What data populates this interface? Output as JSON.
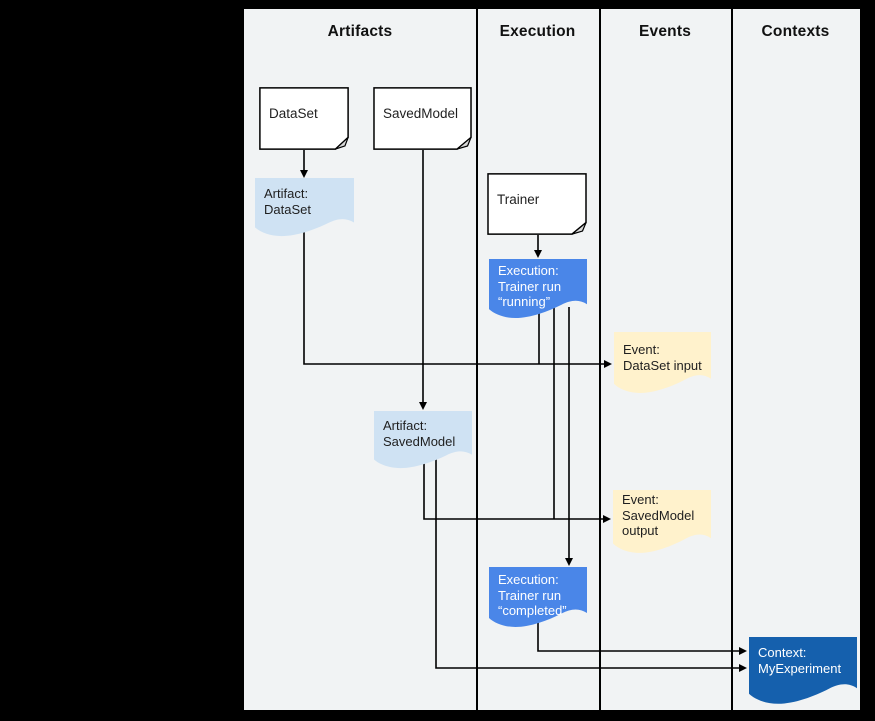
{
  "columns": [
    {
      "label": "Artifacts"
    },
    {
      "label": "Execution"
    },
    {
      "label": "Events"
    },
    {
      "label": "Contexts"
    }
  ],
  "nodes": {
    "dataset": {
      "label": "DataSet"
    },
    "savedmodel": {
      "label": "SavedModel"
    },
    "trainer": {
      "label": "Trainer"
    },
    "artifact_dataset": {
      "line1": "Artifact:",
      "line2": "DataSet"
    },
    "execution_running": {
      "line1": "Execution:",
      "line2": "Trainer run",
      "line3": "“running”"
    },
    "event_dataset": {
      "line1": "Event:",
      "line2": "DataSet input"
    },
    "artifact_savedmodel": {
      "line1": "Artifact:",
      "line2": "SavedModel"
    },
    "event_savedmodel": {
      "line1": "Event:",
      "line2": "SavedModel",
      "line3": "output"
    },
    "execution_completed": {
      "line1": "Execution:",
      "line2": "Trainer run",
      "line3": "“completed”"
    },
    "context": {
      "line1": "Context:",
      "line2": "MyExperiment"
    }
  },
  "colors": {
    "page_bg": "#000000",
    "canvas_bg": "#f1f3f4",
    "card_fill": "#ffffff",
    "card_fold": "#d9d9d9",
    "artifact_fill": "#cfe2f3",
    "execution_fill": "#4a86e8",
    "event_fill": "#fff2cc",
    "context_fill": "#1560ad",
    "line": "#000000"
  }
}
